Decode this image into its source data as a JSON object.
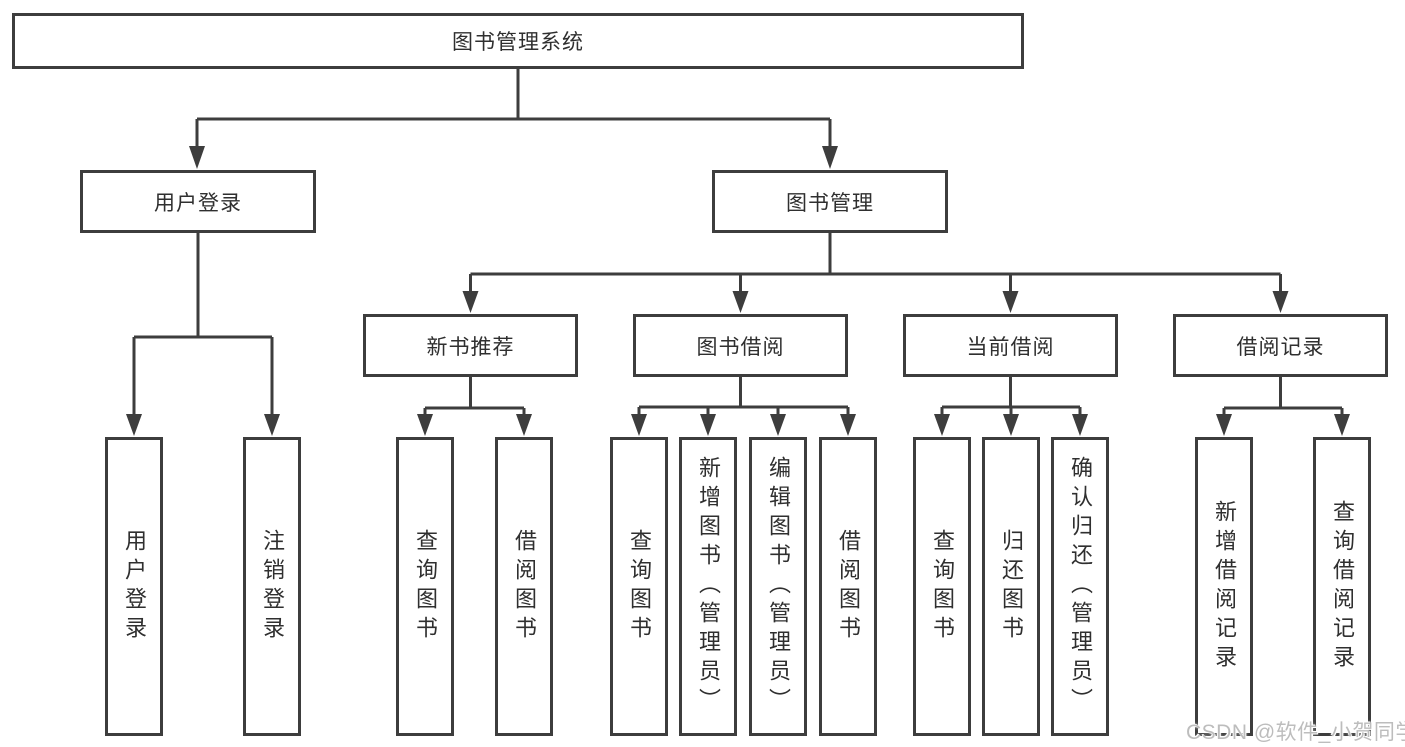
{
  "diagram": {
    "root": {
      "label": "图书管理系统"
    },
    "level2": [
      {
        "id": "user-login",
        "label": "用户登录"
      },
      {
        "id": "book-management",
        "label": "图书管理"
      }
    ],
    "level3": [
      {
        "id": "new-book-recommend",
        "label": "新书推荐"
      },
      {
        "id": "book-borrowing",
        "label": "图书借阅"
      },
      {
        "id": "current-borrowing",
        "label": "当前借阅"
      },
      {
        "id": "borrow-records",
        "label": "借阅记录"
      }
    ],
    "leaves": {
      "user_login": [
        "用户登录",
        "注销登录"
      ],
      "new_book": [
        "查询图书",
        "借阅图书"
      ],
      "book_borrow": [
        "查询图书",
        "新增图书（管理员）",
        "编辑图书（管理员）",
        "借阅图书"
      ],
      "current_borrow": [
        "查询图书",
        "归还图书",
        "确认归还（管理员）"
      ],
      "borrow_records": [
        "新增借阅记录",
        "查询借阅记录"
      ]
    }
  },
  "watermark": {
    "text": "CSDN @软件_小贺同学",
    "color": "#bdbdbd"
  },
  "colors": {
    "line": "#3d3d3d",
    "box_border": "#3d3d3d",
    "text": "#2f2f2f",
    "background": "#ffffff"
  }
}
